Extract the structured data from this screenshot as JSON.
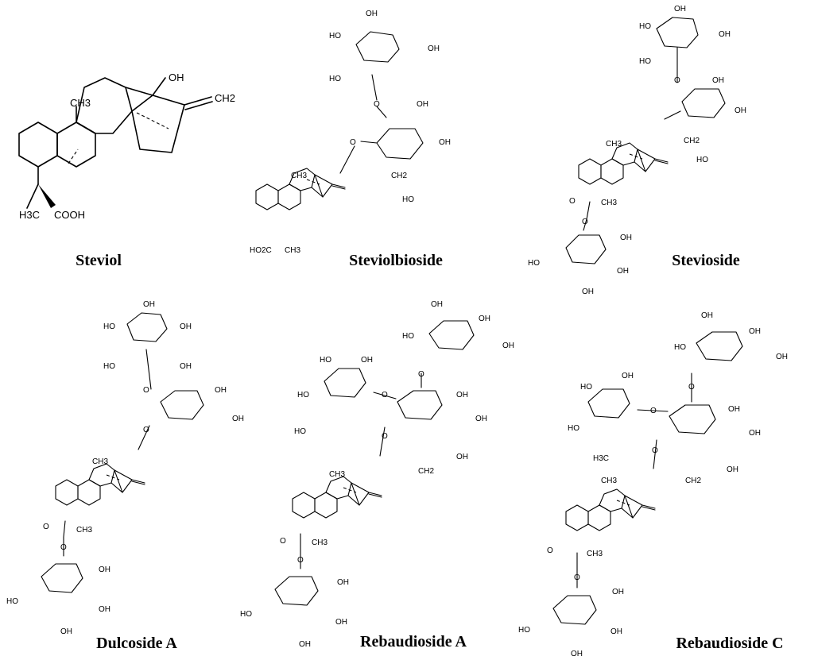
{
  "compounds": [
    {
      "name": "Steviol",
      "labels": {
        "oh": "OH",
        "ch2": "CH2",
        "ch3": "CH3",
        "h3c": "H3C",
        "cooh": "COOH"
      }
    },
    {
      "name": "Steviolbioside",
      "labels": {
        "oh": "OH",
        "ho": "HO",
        "o": "O",
        "ch3": "CH3",
        "ho2c": "HO2C",
        "ch2": "CH2"
      }
    },
    {
      "name": "Stevioside",
      "labels": {
        "oh": "OH",
        "ho": "HO",
        "o": "O",
        "ch3": "CH3",
        "ch2": "CH2"
      }
    },
    {
      "name": "Dulcoside A",
      "labels": {
        "oh": "OH",
        "ho": "HO",
        "o": "O",
        "ch3": "CH3"
      }
    },
    {
      "name": "Rebaudioside A",
      "labels": {
        "oh": "OH",
        "ho": "HO",
        "o": "O",
        "ch3": "CH3",
        "ch2": "CH2"
      }
    },
    {
      "name": "Rebaudioside C",
      "labels": {
        "oh": "OH",
        "ho": "HO",
        "o": "O",
        "ch3": "CH3",
        "h3c": "H3C",
        "ch2": "CH2"
      }
    }
  ]
}
